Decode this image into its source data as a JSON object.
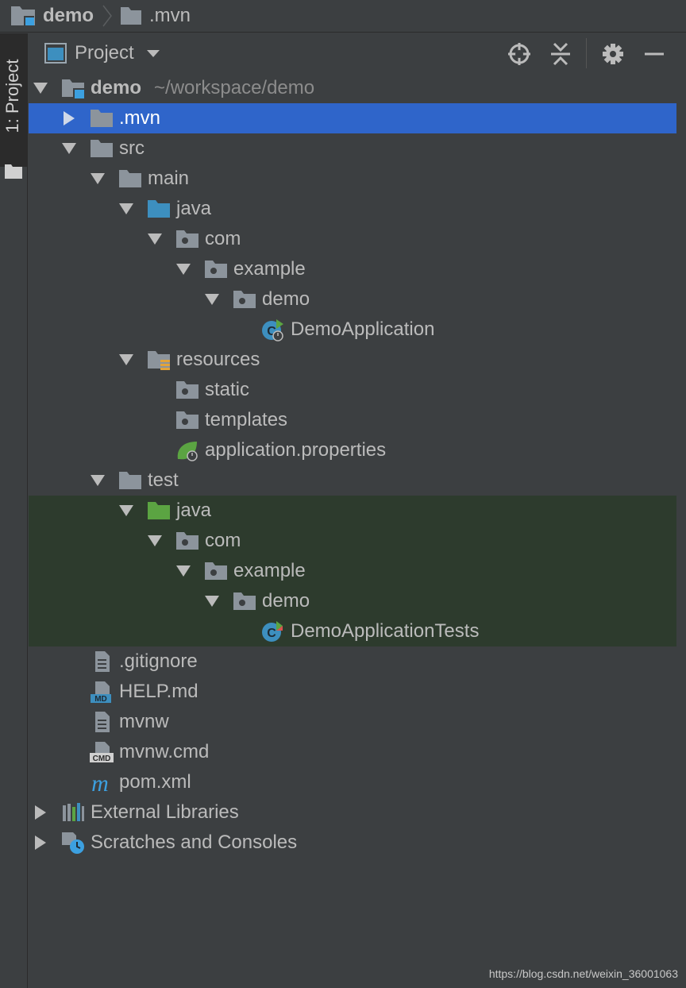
{
  "breadcrumb": [
    {
      "label": "demo",
      "icon": "module-folder-icon"
    },
    {
      "label": ".mvn",
      "icon": "folder-icon"
    }
  ],
  "toolwindow": {
    "stripe_label": "1: Project"
  },
  "panel": {
    "title": "Project",
    "actions": [
      "locate-icon",
      "collapse-all-icon",
      "gear-icon",
      "minimize-icon"
    ]
  },
  "tree": [
    {
      "label": "demo",
      "sub": "~/workspace/demo",
      "icon": "module-folder-icon",
      "expanded": true
    },
    {
      "label": ".mvn",
      "icon": "folder-icon",
      "expanded": false,
      "selected": true
    },
    {
      "label": "src",
      "icon": "folder-icon",
      "expanded": true
    },
    {
      "label": "main",
      "icon": "folder-icon",
      "expanded": true
    },
    {
      "label": "java",
      "icon": "source-root-icon",
      "expanded": true
    },
    {
      "label": "com",
      "icon": "package-icon",
      "expanded": true
    },
    {
      "label": "example",
      "icon": "package-icon",
      "expanded": true
    },
    {
      "label": "demo",
      "icon": "package-icon",
      "expanded": true
    },
    {
      "label": "DemoApplication",
      "icon": "spring-boot-class-icon"
    },
    {
      "label": "resources",
      "icon": "resources-root-icon",
      "expanded": true
    },
    {
      "label": "static",
      "icon": "package-icon"
    },
    {
      "label": "templates",
      "icon": "package-icon"
    },
    {
      "label": "application.properties",
      "icon": "spring-properties-icon"
    },
    {
      "label": "test",
      "icon": "folder-icon",
      "expanded": true
    },
    {
      "label": "java",
      "icon": "test-root-icon",
      "expanded": true
    },
    {
      "label": "com",
      "icon": "package-icon",
      "expanded": true
    },
    {
      "label": "example",
      "icon": "package-icon",
      "expanded": true
    },
    {
      "label": "demo",
      "icon": "package-icon",
      "expanded": true
    },
    {
      "label": "DemoApplicationTests",
      "icon": "test-class-icon"
    },
    {
      "label": ".gitignore",
      "icon": "text-file-icon"
    },
    {
      "label": "HELP.md",
      "icon": "markdown-file-icon"
    },
    {
      "label": "mvnw",
      "icon": "text-file-icon"
    },
    {
      "label": "mvnw.cmd",
      "icon": "cmd-file-icon"
    },
    {
      "label": "pom.xml",
      "icon": "maven-icon"
    },
    {
      "label": "External Libraries",
      "icon": "libraries-icon",
      "expanded": false
    },
    {
      "label": "Scratches and Consoles",
      "icon": "scratches-icon",
      "expanded": false
    }
  ],
  "watermark": "https://blog.csdn.net/weixin_36001063",
  "colors": {
    "background": "#3c3f41",
    "selection": "#2f65ca",
    "test_scope": "#2d3b2d",
    "text": "#bbbbbb"
  }
}
